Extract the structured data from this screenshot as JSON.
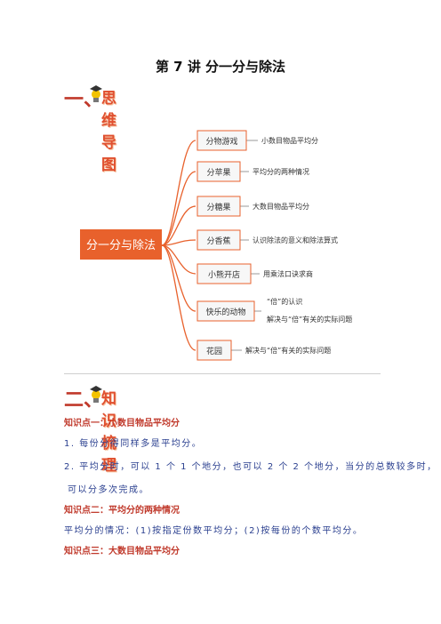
{
  "title": "第 7 讲  分一分与除法",
  "sections": [
    {
      "num": "一、",
      "label": "思维导图"
    },
    {
      "num": "二、",
      "label": "知识梳理"
    }
  ],
  "mindmap": {
    "center": "分一分与除法",
    "branches": [
      {
        "node": "分物游戏",
        "notes": [
          "小数目物品平均分"
        ]
      },
      {
        "node": "分苹果",
        "notes": [
          "平均分的两种情况"
        ]
      },
      {
        "node": "分糖果",
        "notes": [
          "大数目物品平均分"
        ]
      },
      {
        "node": "分香蕉",
        "notes": [
          "认识除法的意义和除法算式"
        ]
      },
      {
        "node": "小熊开店",
        "notes": [
          "用乘法口诀求商"
        ]
      },
      {
        "node": "快乐的动物",
        "notes": [
          "“倍”的认识",
          "解决与“倍”有关的实际问题"
        ]
      },
      {
        "node": "花园",
        "notes": [
          "解决与“倍”有关的实际问题"
        ]
      }
    ]
  },
  "knowledge": {
    "kp1_title": "知识点一：小数目物品平均分",
    "kp1_line1": "1. 每份分得同样多是平均分。",
    "kp1_line2": "2. 平均分时，可以 1 个 1 个地分，也可以 2 个 2 个地分，当分的总数较多时，",
    "kp1_line3": "可以分多次完成。",
    "kp2_title": "知识点二：平均分的两种情况",
    "kp2_line1": "平均分的情况：(1)按指定份数平均分；(2)按每份的个数平均分。",
    "kp3_title": "知识点三：大数目物品平均分"
  },
  "colors": {
    "accent": "#e8612c",
    "node_bg": "#f7f7f7",
    "kp_title": "#c0392b",
    "kp_text": "#2a3f8f"
  },
  "icons": [
    "bulb-icon",
    "grad-cap-icon"
  ]
}
